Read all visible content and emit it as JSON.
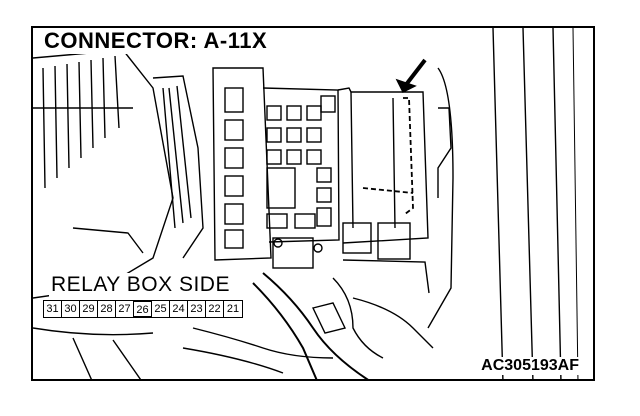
{
  "diagram": {
    "title": "CONNECTOR: A-11X",
    "relay_box_label": "RELAY BOX SIDE",
    "pins": [
      "31",
      "30",
      "29",
      "28",
      "27",
      "26",
      "25",
      "24",
      "23",
      "22",
      "21"
    ],
    "highlighted_pin": "26",
    "figure_code": "AC305193AF"
  }
}
